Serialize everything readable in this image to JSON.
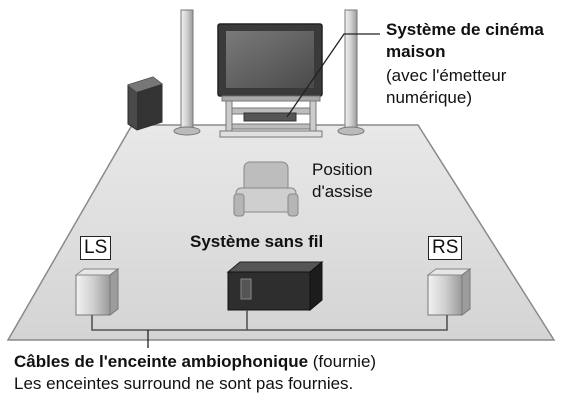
{
  "colors": {
    "floor": "#dcdcdc",
    "floor_outline": "#8a8a8a",
    "device_dark": "#2e2e2e",
    "speaker_light": "#c9c9c9",
    "cable": "#555555"
  },
  "labels": {
    "home_theater_title_line1": "Système de cinéma",
    "home_theater_title_line2": "maison",
    "home_theater_note_line1": "(avec l'émetteur",
    "home_theater_note_line2": "numérique)",
    "seat_line1": "Position",
    "seat_line2": "d'assise",
    "wireless_system": "Système sans fil",
    "left_surround_tag": "LS",
    "right_surround_tag": "RS",
    "cable_caption_bold": "Câbles de l'enceinte ambiophonique",
    "cable_caption_note": " (fournie)",
    "footer_note": "Les enceintes surround ne sont pas fournies."
  },
  "icons": [
    "tv-icon",
    "tall-speaker-icon",
    "subwoofer-icon",
    "armchair-icon",
    "wireless-receiver-icon",
    "surround-speaker-icon"
  ]
}
